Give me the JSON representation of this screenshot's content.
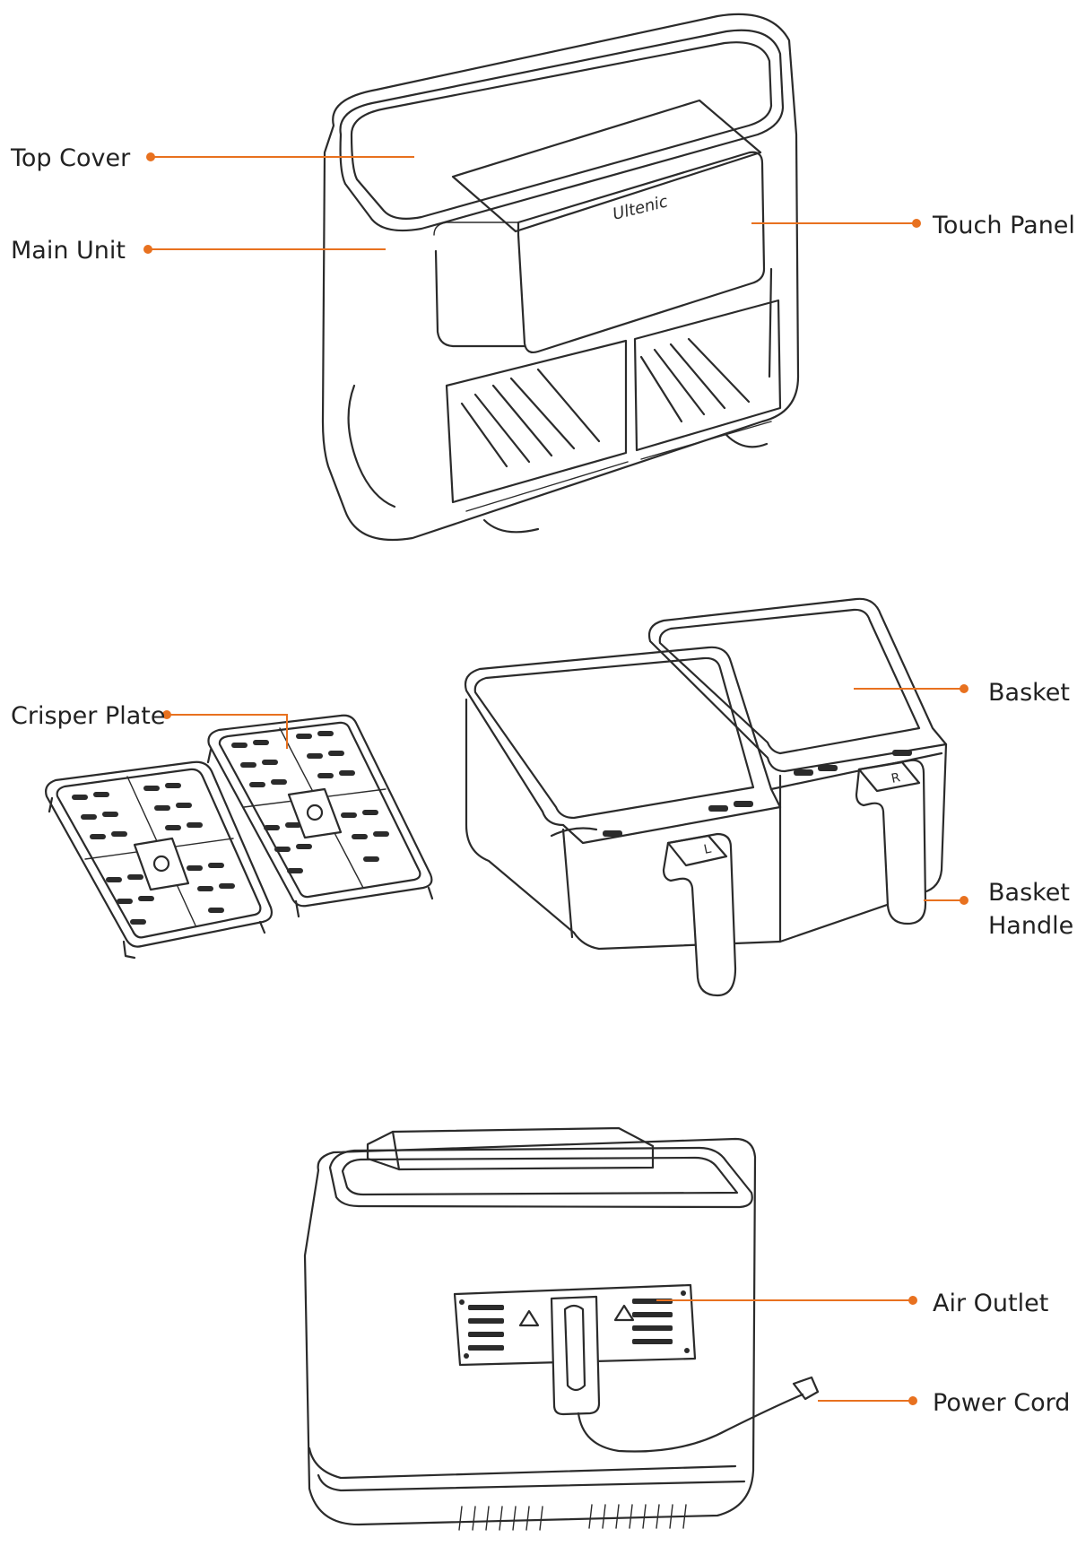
{
  "diagram": {
    "brand_logo": "Ultenic",
    "accent_color": "#e8711f",
    "line_color": "#2b2b2b",
    "basket_markers": {
      "left": "L",
      "right": "R"
    },
    "callouts": {
      "top_cover": "Top Cover",
      "main_unit": "Main Unit",
      "touch_panel": "Touch Panel",
      "crisper_plate": "Crisper Plate",
      "basket": "Basket",
      "basket_handle_line1": "Basket",
      "basket_handle_line2": "Handle",
      "air_outlet": "Air Outlet",
      "power_cord": "Power Cord"
    }
  }
}
